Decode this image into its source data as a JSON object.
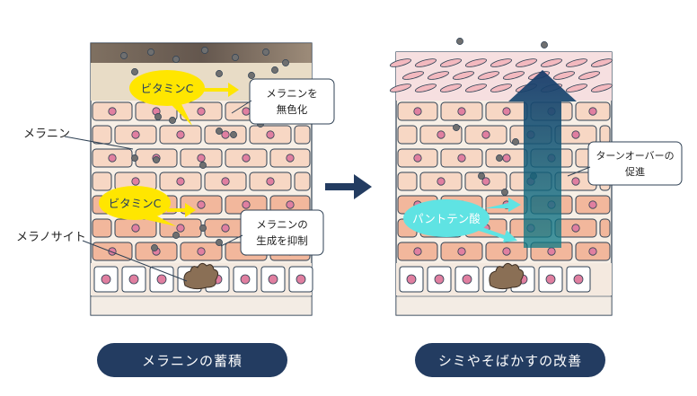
{
  "colors": {
    "navy": "#233c61",
    "yellow": "#ffe600",
    "cyan": "#5fe3e3",
    "arrow_teal": "#0b7a86",
    "cell_light": "#f8dccb",
    "cell_dark": "#f0ad90",
    "outline": "#2f4154",
    "melanin": "#6f6f6f"
  },
  "left_panel": {
    "caption": "メラニンの蓄積",
    "bubble_top": "ビタミンC",
    "bubble_bottom": "ビタミンC",
    "callout_top_line1": "メラニンを",
    "callout_top_line2": "無色化",
    "callout_bottom_line1": "メラニンの",
    "callout_bottom_line2": "生成を抑制",
    "label_melanin": "メラニン",
    "label_melanocyte": "メラノサイト"
  },
  "right_panel": {
    "caption": "シミやそばかすの改善",
    "bubble": "パントテン酸",
    "callout_line1": "ターンオーバーの",
    "callout_line2": "促進"
  }
}
